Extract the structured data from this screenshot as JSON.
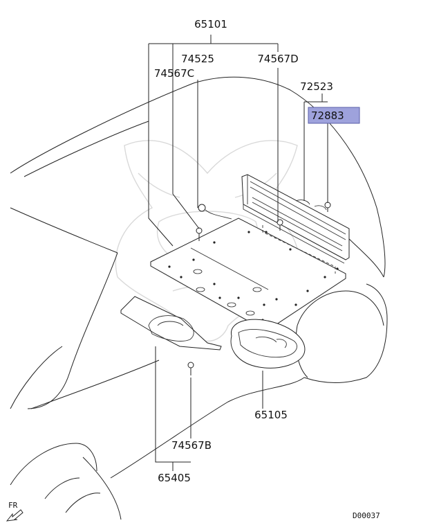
{
  "parts": {
    "p65101": "65101",
    "p74525": "74525",
    "p74567D": "74567D",
    "p74567C": "74567C",
    "p72523": "72523",
    "p72883": "72883",
    "p65105": "65105",
    "p74567B": "74567B",
    "p65405": "65405"
  },
  "direction_label": "FR",
  "diagram_code": "D00037",
  "colors": {
    "highlight": "#9ea2dc"
  }
}
